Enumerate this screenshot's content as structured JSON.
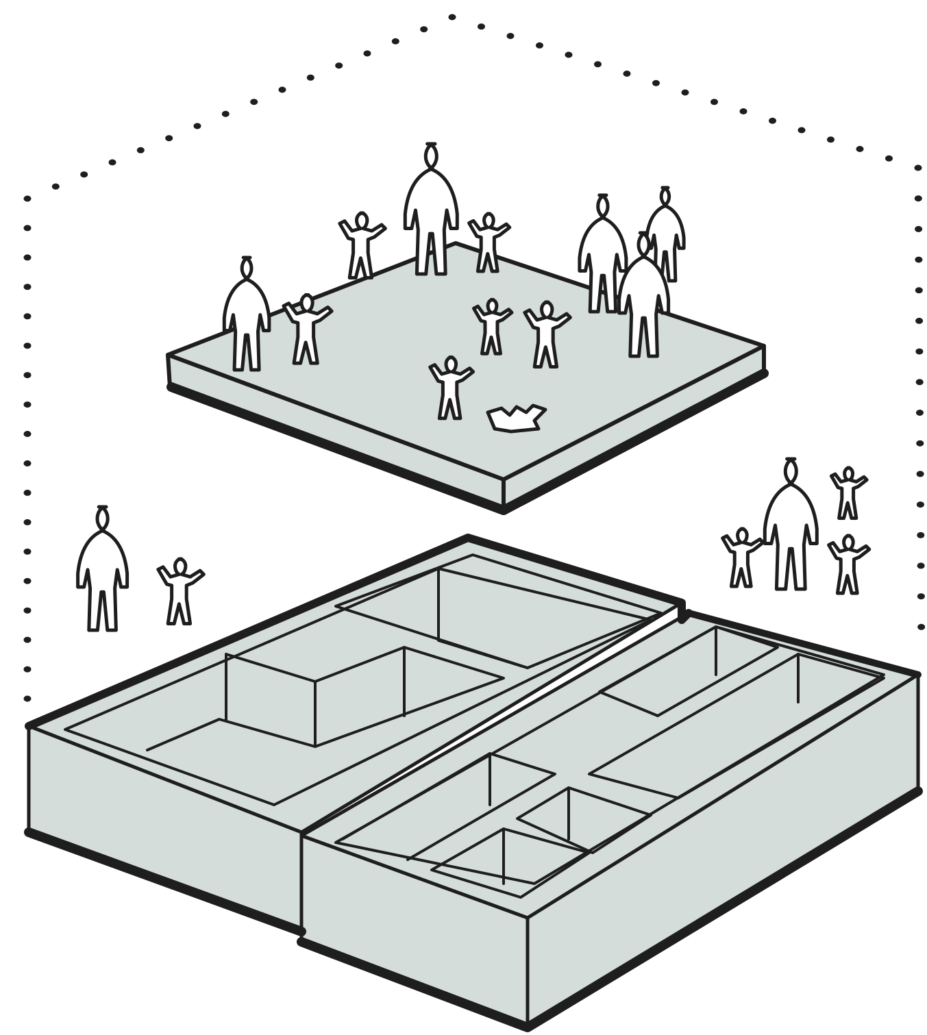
{
  "colors": {
    "ink": "#1e1e1e",
    "fill": "#d4ddd9",
    "paper": "#ffffff"
  },
  "elements": {
    "house_outline": "dotted-house-outline",
    "upper_platform": "raised-platform-with-people",
    "lower_block": "floor-plan-block",
    "people_groups": 3
  }
}
